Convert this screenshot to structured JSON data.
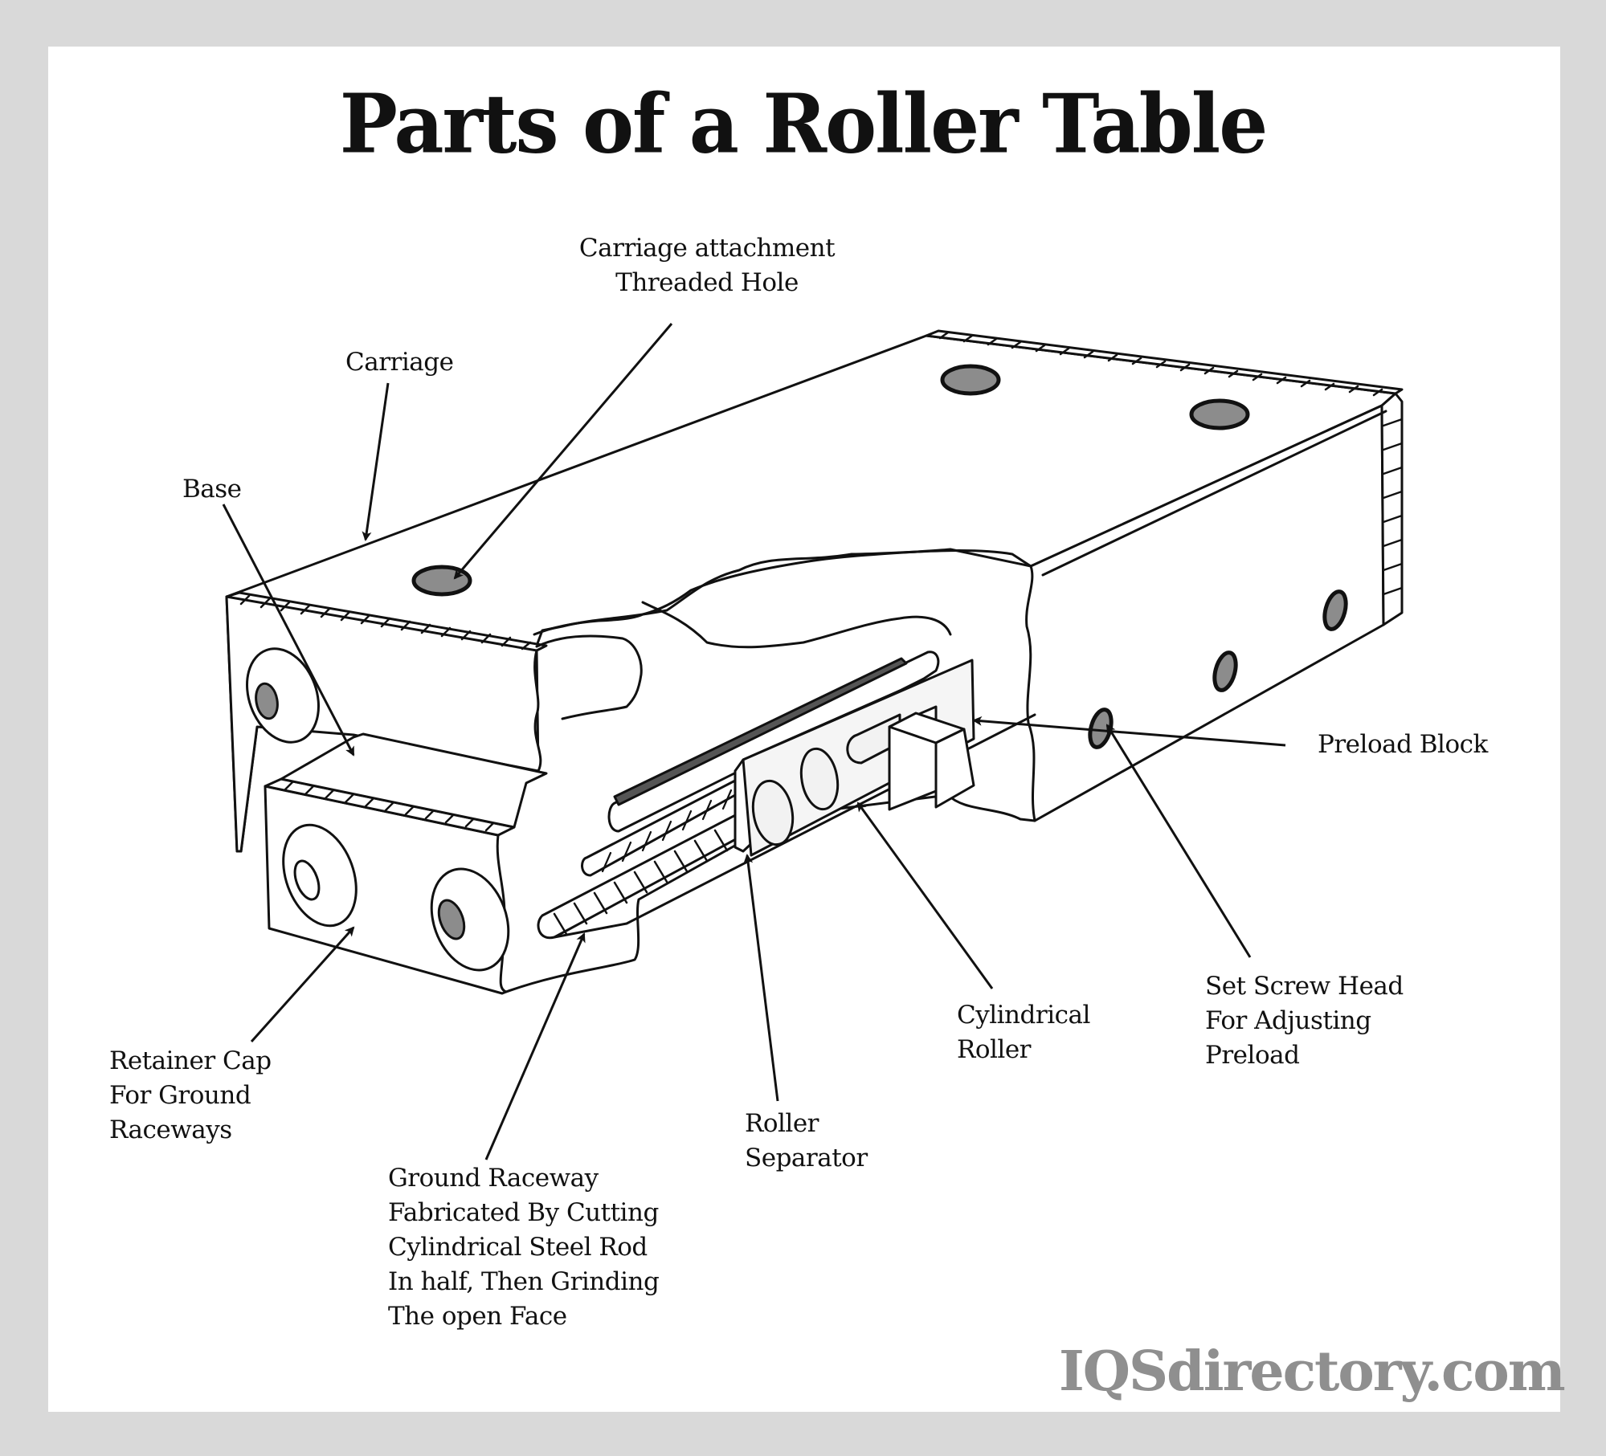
{
  "title": "Parts of a Roller Table",
  "labels": {
    "carriage_attachment": [
      "Carriage attachment",
      "Threaded Hole"
    ],
    "carriage": [
      "Carriage"
    ],
    "base": [
      "Base"
    ],
    "preload_block": [
      "Preload Block"
    ],
    "set_screw": [
      "Set Screw Head",
      "For Adjusting",
      "Preload"
    ],
    "cylindrical_roller": [
      "Cylindrical",
      "Roller"
    ],
    "roller_separator": [
      "Roller",
      "Separator"
    ],
    "retainer_cap": [
      "Retainer Cap",
      "For Ground",
      "Raceways"
    ],
    "ground_raceway": [
      "Ground Raceway",
      "Fabricated By Cutting",
      "Cylindrical Steel Rod",
      "In half, Then Grinding",
      "The open Face"
    ]
  },
  "watermark": "IQSdirectory.com",
  "colors": {
    "background": "#d9d9d9",
    "panel": "#ffffff",
    "ink": "#111111",
    "hole_fill": "#8c8c8c",
    "watermark": "#8f8f8f"
  }
}
